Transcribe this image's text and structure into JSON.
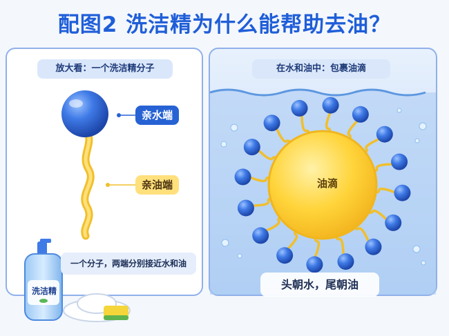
{
  "title": "配图2  洗洁精为什么能帮助去油？",
  "left_panel": {
    "heading": "放大看：一个洗洁精分子",
    "hydrophilic_label": "亲水端",
    "lipophilic_label": "亲油端",
    "note": "一个分子，两端分别接近水和油",
    "bottle_label": "洗洁精"
  },
  "right_panel": {
    "heading": "在水和油中：包裹油滴",
    "droplet_label": "油滴",
    "bottom_label": "头朝水，尾朝油"
  },
  "colors": {
    "title": "#1f5ed8",
    "head_blue": "#2a5fd0",
    "tail_yellow": "#f6cf3e",
    "oil": "#ffd43a",
    "water": "#b9d5f7"
  }
}
